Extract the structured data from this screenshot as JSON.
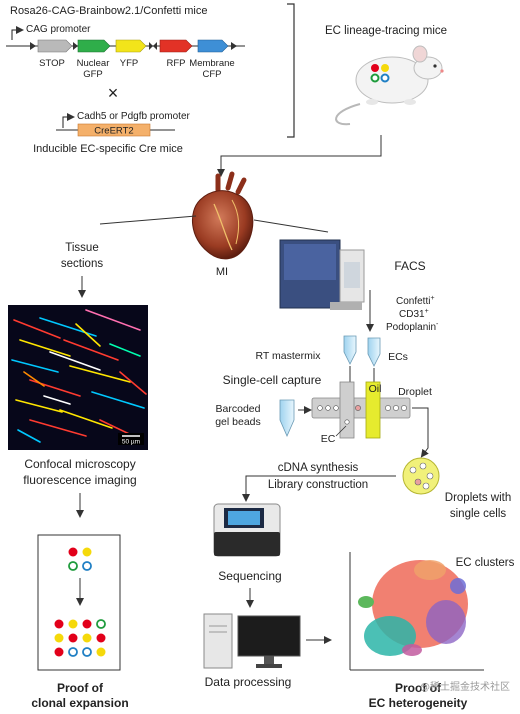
{
  "header": {
    "mouse_line": "Rosa26-CAG-Brainbow2.1/Confetti mice",
    "cag_promoter": "CAG promoter",
    "cassette": [
      "STOP",
      "Nuclear",
      "GFP",
      "YFP",
      "RFP",
      "Membrane",
      "CFP"
    ],
    "cross_symbol": "×",
    "cre_promoter": "Cadh5 or Pdgfb promoter",
    "cre_label": "CreERT2",
    "cre_mice": "Inducible EC-specific Cre mice",
    "tracing_mice": "EC lineage-tracing mice"
  },
  "workflow": {
    "mi": "MI",
    "tissue_line1": "Tissue",
    "tissue_line2": "sections",
    "facs": "FACS",
    "markers": [
      "Confetti",
      "+",
      "CD31",
      "+",
      "Podoplanin",
      "-"
    ],
    "rt_mastermix": "RT mastermix",
    "ecs": "ECs",
    "single_cell_capture": "Single-cell capture",
    "oil": "Oil",
    "droplet": "Droplet",
    "barcoded1": "Barcoded",
    "barcoded2": "gel beads",
    "ec": "EC",
    "cdna": "cDNA synthesis",
    "library": "Library construction",
    "droplets1": "Droplets with",
    "droplets2": "single cells",
    "scale_bar": "50 µm",
    "confocal1": "Confocal microscopy",
    "confocal2": "fluorescence imaging",
    "sequencing": "Sequencing",
    "ec_clusters": "EC clusters",
    "data_processing": "Data processing",
    "proof1_line1": "Proof of",
    "proof1_line2": "clonal expansion",
    "proof2_line1": "Proof of",
    "proof2_line2": "EC heterogeneity",
    "watermark": "@稀土掘金技术社区"
  },
  "colors": {
    "red": "#e2001a",
    "yellow": "#f5d90a",
    "green": "#1e9b3c",
    "blue": "#1f7fc4",
    "cluster_salmon": "#f07565",
    "cluster_teal": "#2bb5a8",
    "cluster_purple": "#8a63c4",
    "cluster_green": "#5cb85c"
  }
}
